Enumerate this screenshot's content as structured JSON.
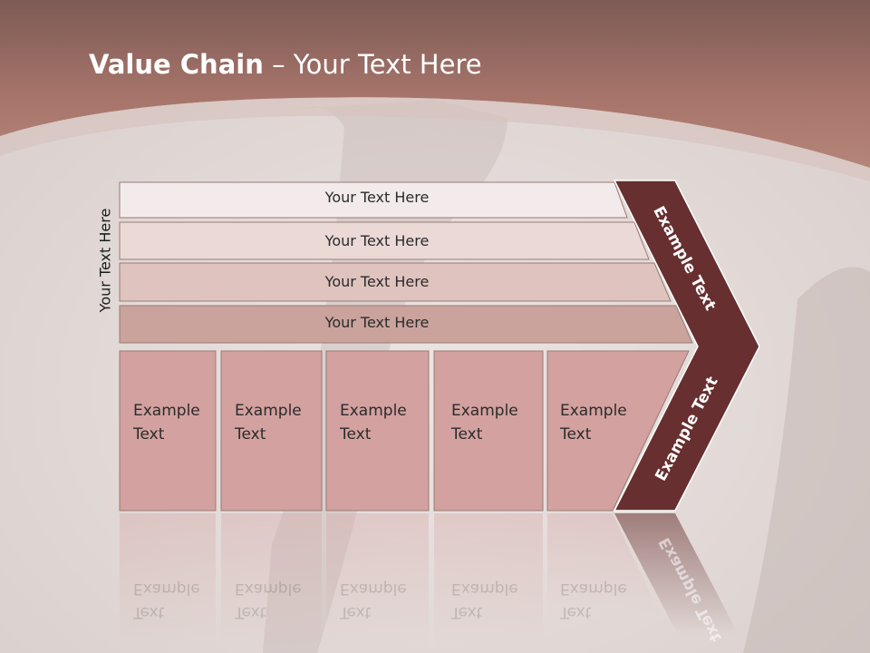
{
  "title": {
    "bold": "Value Chain",
    "rest": " – Your Text Here"
  },
  "side_label": "Your Text Here",
  "bars": [
    {
      "label": "Your Text Here"
    },
    {
      "label": "Your Text Here"
    },
    {
      "label": "Your Text Here"
    },
    {
      "label": "Your Text Here"
    }
  ],
  "cells": [
    {
      "line1": "Example",
      "line2": "Text"
    },
    {
      "line1": "Example",
      "line2": "Text"
    },
    {
      "line1": "Example",
      "line2": "Text"
    },
    {
      "line1": "Example",
      "line2": "Text"
    },
    {
      "line1": "Example",
      "line2": "Text"
    }
  ],
  "chevron": {
    "upper": "Example Text",
    "lower": "Example Text"
  },
  "colors": {
    "header": "#a8756b",
    "bar1": "#f3ebeb",
    "bar2": "#ebd9d6",
    "bar3": "#dfc3be",
    "bar4": "#c9a39c",
    "cell": "#d3a1a0",
    "chevron": "#672f2f"
  }
}
